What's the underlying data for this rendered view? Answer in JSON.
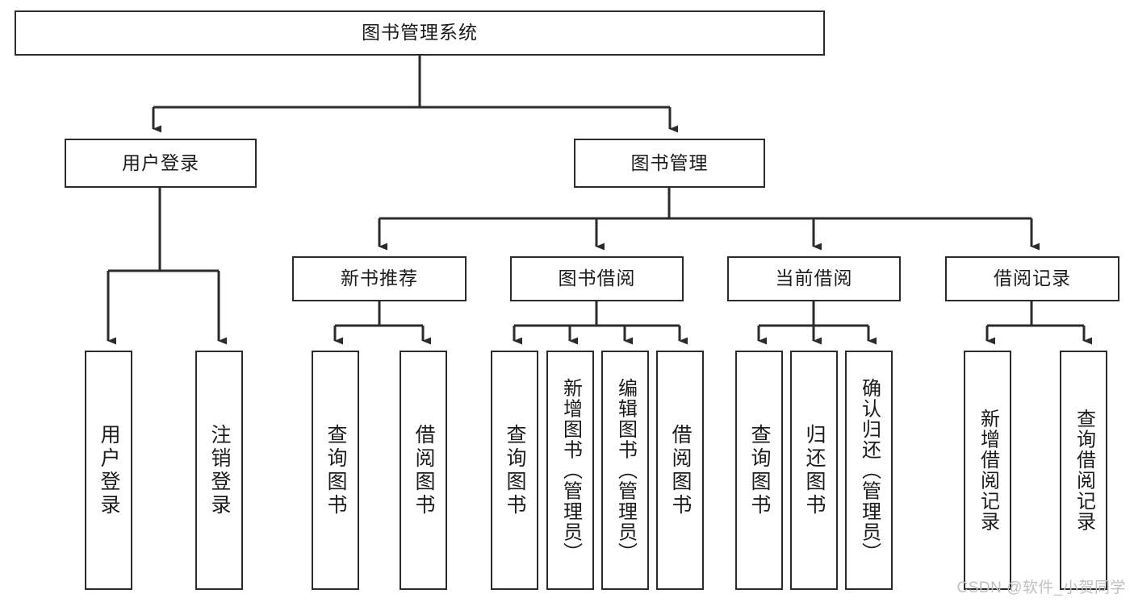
{
  "diagram": {
    "type": "tree-hierarchy",
    "title": "图书管理系统",
    "root": {
      "id": "root",
      "label": "图书管理系统"
    },
    "level2": [
      {
        "id": "user-login",
        "label": "用户登录"
      },
      {
        "id": "book-manage",
        "label": "图书管理"
      }
    ],
    "level3": [
      {
        "id": "new-book-recommend",
        "label": "新书推荐",
        "parent": "book-manage"
      },
      {
        "id": "book-borrow",
        "label": "图书借阅",
        "parent": "book-manage"
      },
      {
        "id": "current-borrow",
        "label": "当前借阅",
        "parent": "book-manage"
      },
      {
        "id": "borrow-record",
        "label": "借阅记录",
        "parent": "book-manage"
      }
    ],
    "leaves": [
      {
        "id": "leaf-user-login",
        "label": "用户登录",
        "parent": "user-login"
      },
      {
        "id": "leaf-logout-login",
        "label": "注销登录",
        "parent": "user-login"
      },
      {
        "id": "leaf-query-book-1",
        "label": "查询图书",
        "parent": "new-book-recommend"
      },
      {
        "id": "leaf-borrow-book-1",
        "label": "借阅图书",
        "parent": "new-book-recommend"
      },
      {
        "id": "leaf-query-book-2",
        "label": "查询图书",
        "parent": "book-borrow"
      },
      {
        "id": "leaf-add-book",
        "label": "新增图书（管理员）",
        "parent": "book-borrow"
      },
      {
        "id": "leaf-edit-book",
        "label": "编辑图书（管理员）",
        "parent": "book-borrow"
      },
      {
        "id": "leaf-borrow-book-2",
        "label": "借阅图书",
        "parent": "book-borrow"
      },
      {
        "id": "leaf-query-book-3",
        "label": "查询图书",
        "parent": "current-borrow"
      },
      {
        "id": "leaf-return-book",
        "label": "归还图书",
        "parent": "current-borrow"
      },
      {
        "id": "leaf-confirm-return",
        "label": "确认归还（管理员）",
        "parent": "current-borrow"
      },
      {
        "id": "leaf-add-record",
        "label": "新增借阅记录",
        "parent": "borrow-record"
      },
      {
        "id": "leaf-query-record",
        "label": "查询借阅记录",
        "parent": "borrow-record"
      }
    ],
    "colors": {
      "stroke": "#2b2b2b",
      "fill": "#ffffff",
      "text": "#1b1b1b",
      "watermark": "#bfbfbf"
    }
  },
  "watermark": {
    "text": "CSDN @软件_小贺同学"
  }
}
